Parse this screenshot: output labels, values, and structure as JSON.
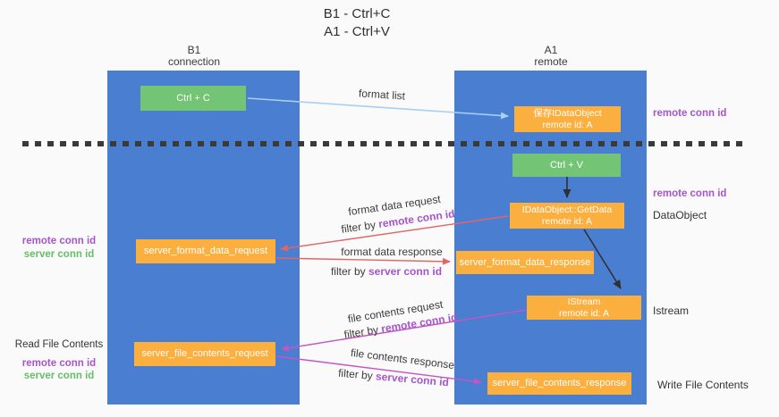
{
  "title": {
    "line1": "B1 - Ctrl+C",
    "line2": "A1 - Ctrl+V"
  },
  "lifelines": {
    "left": {
      "name": "B1",
      "role": "connection"
    },
    "right": {
      "name": "A1",
      "role": "remote"
    }
  },
  "boxes": {
    "ctrl_c": {
      "label": "Ctrl + C"
    },
    "save_idataobject": {
      "line1": "保存IDataObject",
      "line2": "remote id: A"
    },
    "ctrl_v": {
      "label": "Ctrl + V"
    },
    "getdata": {
      "line1": "IDataObject::GetData",
      "line2": "remote id: A"
    },
    "server_format_data_request": {
      "label": "server_format_data_request"
    },
    "server_format_data_response": {
      "label": "server_format_data_response"
    },
    "istream": {
      "line1": "IStream",
      "line2": "remote id: A"
    },
    "server_file_contents_request": {
      "label": "server_file_contents_request"
    },
    "server_file_contents_response": {
      "label": "server_file_contents_response"
    }
  },
  "terms": {
    "filter_by": "filter by ",
    "remote_conn_id": "remote conn id",
    "server_conn_id": "server conn id"
  },
  "arrow_labels": {
    "format_list": "format list",
    "format_data_request": "format data request",
    "format_data_response": "format data response",
    "file_contents_request": "file contents request",
    "file_contents_response": "file contents response"
  },
  "side_labels": {
    "dataobject": "DataObject",
    "istream": "Istream",
    "read_file_contents": "Read File Contents",
    "write_file_contents": "Write File Contents"
  },
  "colors": {
    "lifeline_blue": "#4a7ed1",
    "box_green": "#74c476",
    "box_orange": "#fbaf3f",
    "arrow_red": "#e06666",
    "arrow_magenta": "#c455c4",
    "arrow_light_blue": "#a8cff0",
    "arrow_black": "#303030",
    "text_purple": "#a655cb",
    "text_green": "#67bd6b"
  }
}
